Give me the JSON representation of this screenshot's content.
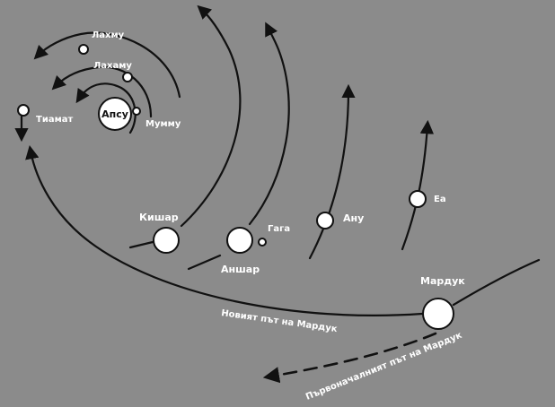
{
  "labels": {
    "apsu": "Апсу",
    "lahmu": "Лахму",
    "lahamu": "Лахаму",
    "mummu": "Мумму",
    "tiamat": "Тиамат",
    "kishar": "Кишар",
    "anshar": "Аншар",
    "gaga": "Гага",
    "anu": "Ану",
    "ea": "Еа",
    "marduk": "Мардук",
    "new_path": "Новият път на Мардук",
    "original_path": "Първоначалният път на Мардук"
  },
  "colors": {
    "background": "#8b8b8b",
    "ink": "#111111",
    "planet_fill": "#ffffff",
    "text": "#ffffff"
  }
}
